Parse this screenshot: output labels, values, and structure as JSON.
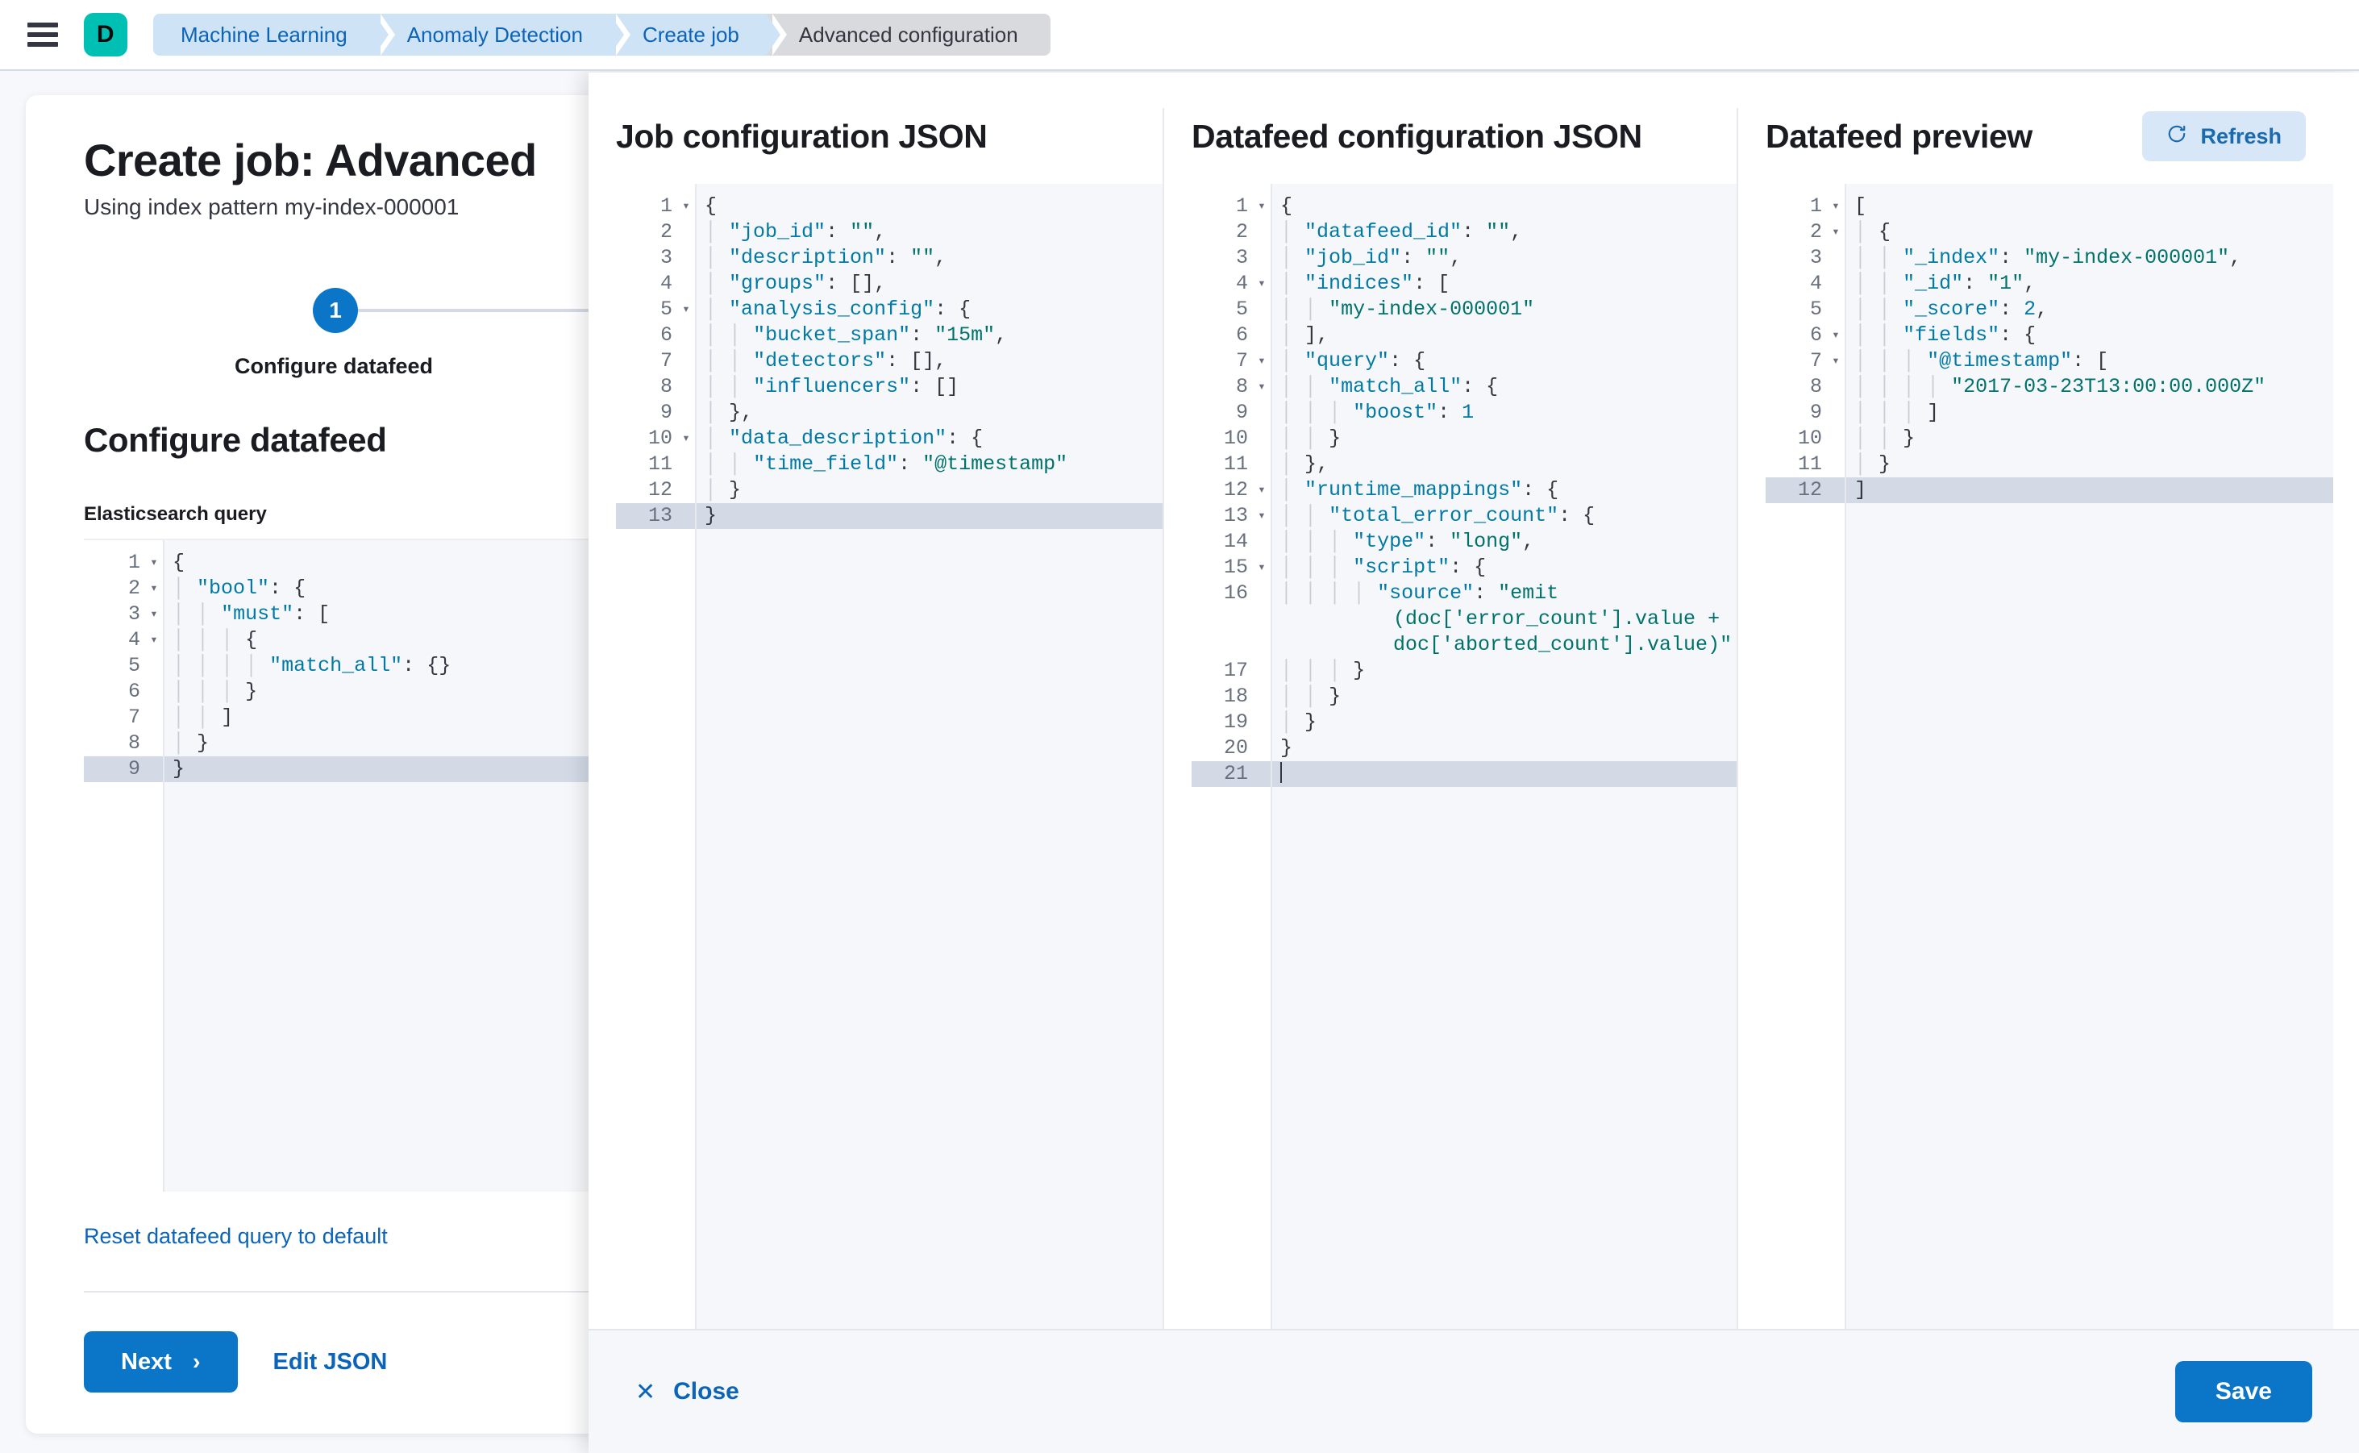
{
  "topbar": {
    "menu_icon": "hamburger-menu-icon",
    "logo_letter": "D",
    "logo_color": "#00bfb3",
    "breadcrumbs": [
      {
        "label": "Machine Learning",
        "active": false
      },
      {
        "label": "Anomaly Detection",
        "active": false
      },
      {
        "label": "Create job",
        "active": false
      },
      {
        "label": "Advanced configuration",
        "active": true
      }
    ]
  },
  "wizard": {
    "title": "Create job: Advanced",
    "subtitle": "Using index pattern my-index-000001",
    "step_number": "1",
    "step_label": "Configure datafeed",
    "section_title": "Configure datafeed",
    "query_label": "Elasticsearch query",
    "reset_link": "Reset datafeed query to default",
    "next_label": "Next",
    "next_icon": "chevron-right-icon",
    "edit_json_label": "Edit JSON",
    "query_editor": {
      "highlighted_line": 9,
      "lines": [
        {
          "n": 1,
          "fold": true,
          "text": "{"
        },
        {
          "n": 2,
          "fold": true,
          "text": "  \"bool\": {"
        },
        {
          "n": 3,
          "fold": true,
          "text": "    \"must\": ["
        },
        {
          "n": 4,
          "fold": true,
          "text": "      {"
        },
        {
          "n": 5,
          "fold": false,
          "text": "        \"match_all\": {}"
        },
        {
          "n": 6,
          "fold": false,
          "text": "      }"
        },
        {
          "n": 7,
          "fold": false,
          "text": "    ]"
        },
        {
          "n": 8,
          "fold": false,
          "text": "  }"
        },
        {
          "n": 9,
          "fold": false,
          "text": "}"
        }
      ]
    }
  },
  "flyout": {
    "panes": [
      {
        "id": "job",
        "title": "Job configuration JSON",
        "highlighted_line": 13,
        "lines": [
          {
            "n": 1,
            "fold": true,
            "text": "{"
          },
          {
            "n": 2,
            "fold": false,
            "text": "  \"job_id\": \"\","
          },
          {
            "n": 3,
            "fold": false,
            "text": "  \"description\": \"\","
          },
          {
            "n": 4,
            "fold": false,
            "text": "  \"groups\": [],"
          },
          {
            "n": 5,
            "fold": true,
            "text": "  \"analysis_config\": {"
          },
          {
            "n": 6,
            "fold": false,
            "text": "    \"bucket_span\": \"15m\","
          },
          {
            "n": 7,
            "fold": false,
            "text": "    \"detectors\": [],"
          },
          {
            "n": 8,
            "fold": false,
            "text": "    \"influencers\": []"
          },
          {
            "n": 9,
            "fold": false,
            "text": "  },"
          },
          {
            "n": 10,
            "fold": true,
            "text": "  \"data_description\": {"
          },
          {
            "n": 11,
            "fold": false,
            "text": "    \"time_field\": \"@timestamp\""
          },
          {
            "n": 12,
            "fold": false,
            "text": "  }"
          },
          {
            "n": 13,
            "fold": false,
            "text": "}"
          }
        ]
      },
      {
        "id": "datafeed",
        "title": "Datafeed configuration JSON",
        "highlighted_line": 21,
        "lines": [
          {
            "n": 1,
            "fold": true,
            "text": "{"
          },
          {
            "n": 2,
            "fold": false,
            "text": "  \"datafeed_id\": \"\","
          },
          {
            "n": 3,
            "fold": false,
            "text": "  \"job_id\": \"\","
          },
          {
            "n": 4,
            "fold": true,
            "text": "  \"indices\": ["
          },
          {
            "n": 5,
            "fold": false,
            "text": "    \"my-index-000001\""
          },
          {
            "n": 6,
            "fold": false,
            "text": "  ],"
          },
          {
            "n": 7,
            "fold": true,
            "text": "  \"query\": {"
          },
          {
            "n": 8,
            "fold": true,
            "text": "    \"match_all\": {"
          },
          {
            "n": 9,
            "fold": false,
            "text": "      \"boost\": 1"
          },
          {
            "n": 10,
            "fold": false,
            "text": "    }"
          },
          {
            "n": 11,
            "fold": false,
            "text": "  },"
          },
          {
            "n": 12,
            "fold": true,
            "text": "  \"runtime_mappings\": {"
          },
          {
            "n": 13,
            "fold": true,
            "text": "    \"total_error_count\": {"
          },
          {
            "n": 14,
            "fold": false,
            "text": "      \"type\": \"long\","
          },
          {
            "n": 15,
            "fold": true,
            "text": "      \"script\": {"
          },
          {
            "n": 16,
            "fold": false,
            "text": "        \"source\": \"emit(doc['error_count'].value + doc['aborted_count'].value)\"",
            "wrap": 3
          },
          {
            "n": 17,
            "fold": false,
            "text": "      }"
          },
          {
            "n": 18,
            "fold": false,
            "text": "    }"
          },
          {
            "n": 19,
            "fold": false,
            "text": "  }"
          },
          {
            "n": 20,
            "fold": false,
            "text": "}"
          },
          {
            "n": 21,
            "fold": false,
            "text": "",
            "caret": true
          }
        ]
      },
      {
        "id": "preview",
        "title": "Datafeed preview",
        "refresh_label": "Refresh",
        "refresh_icon": "refresh-icon",
        "highlighted_line": 12,
        "lines": [
          {
            "n": 1,
            "fold": true,
            "text": "["
          },
          {
            "n": 2,
            "fold": true,
            "text": "  {"
          },
          {
            "n": 3,
            "fold": false,
            "text": "    \"_index\": \"my-index-000001\","
          },
          {
            "n": 4,
            "fold": false,
            "text": "    \"_id\": \"1\","
          },
          {
            "n": 5,
            "fold": false,
            "text": "    \"_score\": 2,"
          },
          {
            "n": 6,
            "fold": true,
            "text": "    \"fields\": {"
          },
          {
            "n": 7,
            "fold": true,
            "text": "      \"@timestamp\": ["
          },
          {
            "n": 8,
            "fold": false,
            "text": "        \"2017-03-23T13:00:00.000Z\""
          },
          {
            "n": 9,
            "fold": false,
            "text": "      ]"
          },
          {
            "n": 10,
            "fold": false,
            "text": "    }"
          },
          {
            "n": 11,
            "fold": false,
            "text": "  }"
          },
          {
            "n": 12,
            "fold": false,
            "text": "]"
          }
        ]
      }
    ],
    "footer": {
      "close_label": "Close",
      "close_icon": "close-x-icon",
      "save_label": "Save"
    }
  },
  "colors": {
    "primary": "#0b76c8",
    "link": "#0b64b8",
    "brand": "#00bfb3",
    "editor_bg": "#f5f7fa",
    "highlight": "#d3dae6"
  }
}
